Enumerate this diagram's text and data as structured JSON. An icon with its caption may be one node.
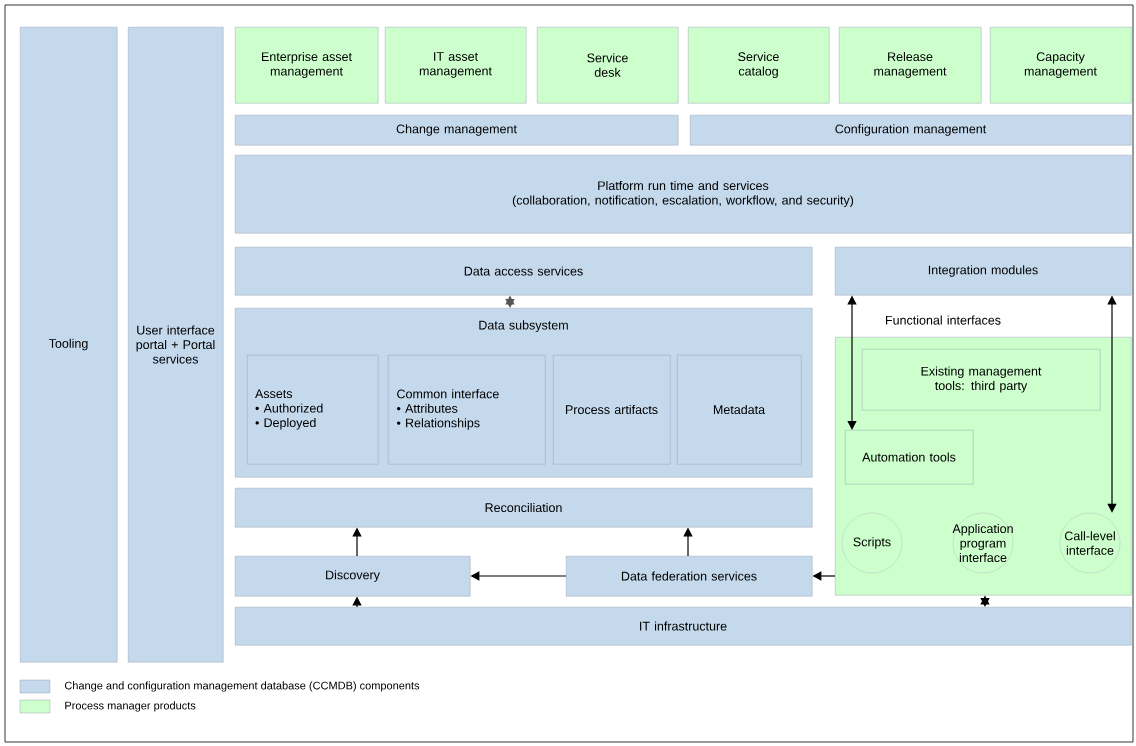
{
  "diagram": {
    "nodes": [
      {
        "text": [
          "Tooling"
        ]
      },
      {
        "text": [
          "User interface portal + Portal services"
        ]
      },
      {
        "text": [
          "Enterprise asset management"
        ]
      },
      {
        "text": [
          "IT asset management"
        ]
      },
      {
        "text": [
          "Service desk"
        ]
      },
      {
        "text": [
          "Service catalog"
        ]
      },
      {
        "text": [
          "Release management"
        ]
      },
      {
        "text": [
          "Capacity management"
        ]
      },
      {
        "text": [
          "Change management"
        ]
      },
      {
        "text": [
          "Configuration management"
        ]
      },
      {
        "text": [
          "Platform run time and services",
          "(collaboration, notification, escalation, workflow, and security)"
        ]
      },
      {
        "text": [
          "Data access services"
        ]
      },
      {
        "text": [
          "Data subsystem"
        ]
      },
      {
        "text": [
          "Assets",
          "• Authorized",
          "• Deployed"
        ],
        "in": 12
      },
      {
        "text": [
          "Common interface",
          "• Attributes",
          "• Relationships"
        ],
        "in": 12
      },
      {
        "text": [
          "Process artifacts"
        ],
        "in": 12
      },
      {
        "text": [
          "Metadata"
        ],
        "in": 12
      },
      {
        "text": [
          "Reconciliation"
        ]
      },
      {
        "text": [
          "Discovery"
        ]
      },
      {
        "text": [
          "Data federation services"
        ]
      },
      {
        "text": [
          "Integration modules"
        ]
      },
      {
        "text": [
          "Functional interfaces"
        ]
      },
      {
        "text": [
          "Existing management tools: third party"
        ],
        "in": 21
      },
      {
        "text": [
          "Automation tools"
        ],
        "in": 21
      },
      {
        "text": [
          "Scripts"
        ],
        "in": 21
      },
      {
        "text": [
          "Application program interface"
        ],
        "in": 21
      },
      {
        "text": [
          "Call-level interface"
        ],
        "in": 21
      },
      {
        "text": [
          "IT infrastructure"
        ]
      }
    ],
    "edges": [
      {
        "from": 11,
        "to": 12,
        "arrow": "both",
        "color": "#555555"
      },
      {
        "from": 18,
        "to": 17,
        "arrow": "to"
      },
      {
        "from": 19,
        "to": 17,
        "arrow": "to"
      },
      {
        "from": 19,
        "to": 18,
        "arrow": "to"
      },
      {
        "from": 21,
        "to": 19,
        "arrow": "to"
      },
      {
        "from": 27,
        "to": 18,
        "arrow": "to"
      },
      {
        "from": 21,
        "to": 27,
        "arrow": "both"
      },
      {
        "from": 20,
        "to": 23,
        "arrow": "both"
      },
      {
        "from": 20,
        "to": 26,
        "arrow": "both"
      }
    ],
    "legend": [
      {
        "text": "Change and configuration management database (CCMDB) components",
        "color": "#c5d9ed"
      },
      {
        "text": "Process manager products",
        "color": "#ccffcc"
      }
    ]
  }
}
